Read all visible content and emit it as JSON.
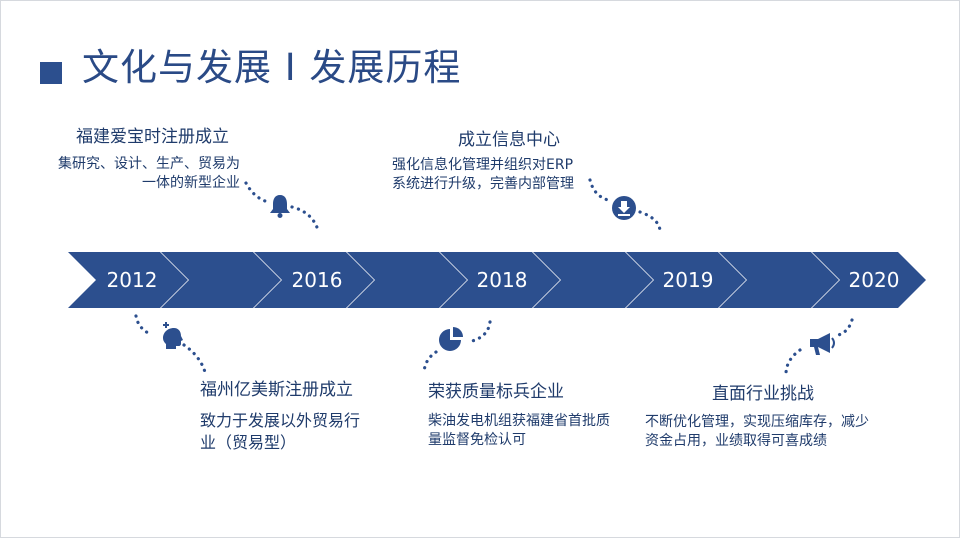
{
  "title": "文化与发展 I 发展历程",
  "colors": {
    "accent": "#2c4f8e",
    "text": "#1f3b6b",
    "dots": "#2c4f8e"
  },
  "timeline": {
    "years": [
      "2012",
      "2016",
      "2018",
      "2019",
      "2020"
    ]
  },
  "events": {
    "e2012_top": {
      "title": "福建爱宝时注册成立",
      "desc": "集研究、设计、生产、贸易为一体的新型企业",
      "icon": "bell-icon"
    },
    "e2012_bot": {
      "title": "福州亿美斯注册成立",
      "desc": "致力于发展以外贸易行业（贸易型）",
      "icon": "head-plus-icon"
    },
    "e2018_bot": {
      "title": "荣获质量标兵企业",
      "desc": "柴油发电机组获福建省首批质量监督免检认可",
      "icon": "pie-chart-icon"
    },
    "e2019_top": {
      "title": "成立信息中心",
      "desc": "强化信息化管理并组织对ERP系统进行升级，完善内部管理",
      "icon": "download-icon"
    },
    "e2020_bot": {
      "title": "直面行业挑战",
      "desc": "不断优化管理，实现压缩库存，减少资金占用，业绩取得可喜成绩",
      "icon": "megaphone-icon"
    }
  }
}
